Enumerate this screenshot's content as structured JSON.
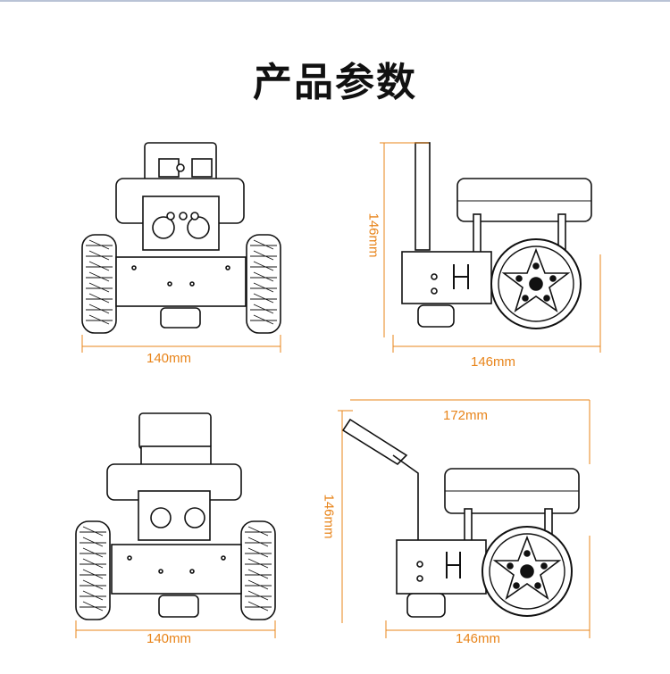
{
  "page": {
    "title": "产品参数"
  },
  "views": {
    "front_top": {
      "width": "140mm"
    },
    "side_top": {
      "length": "146mm",
      "height": "146mm"
    },
    "front_bottom": {
      "width": "140mm"
    },
    "side_bottom": {
      "length": "146mm",
      "height": "146mm",
      "arm_span": "172mm"
    }
  },
  "colors": {
    "dimension": "#e8841a",
    "line": "#111111",
    "title": "#111111"
  }
}
